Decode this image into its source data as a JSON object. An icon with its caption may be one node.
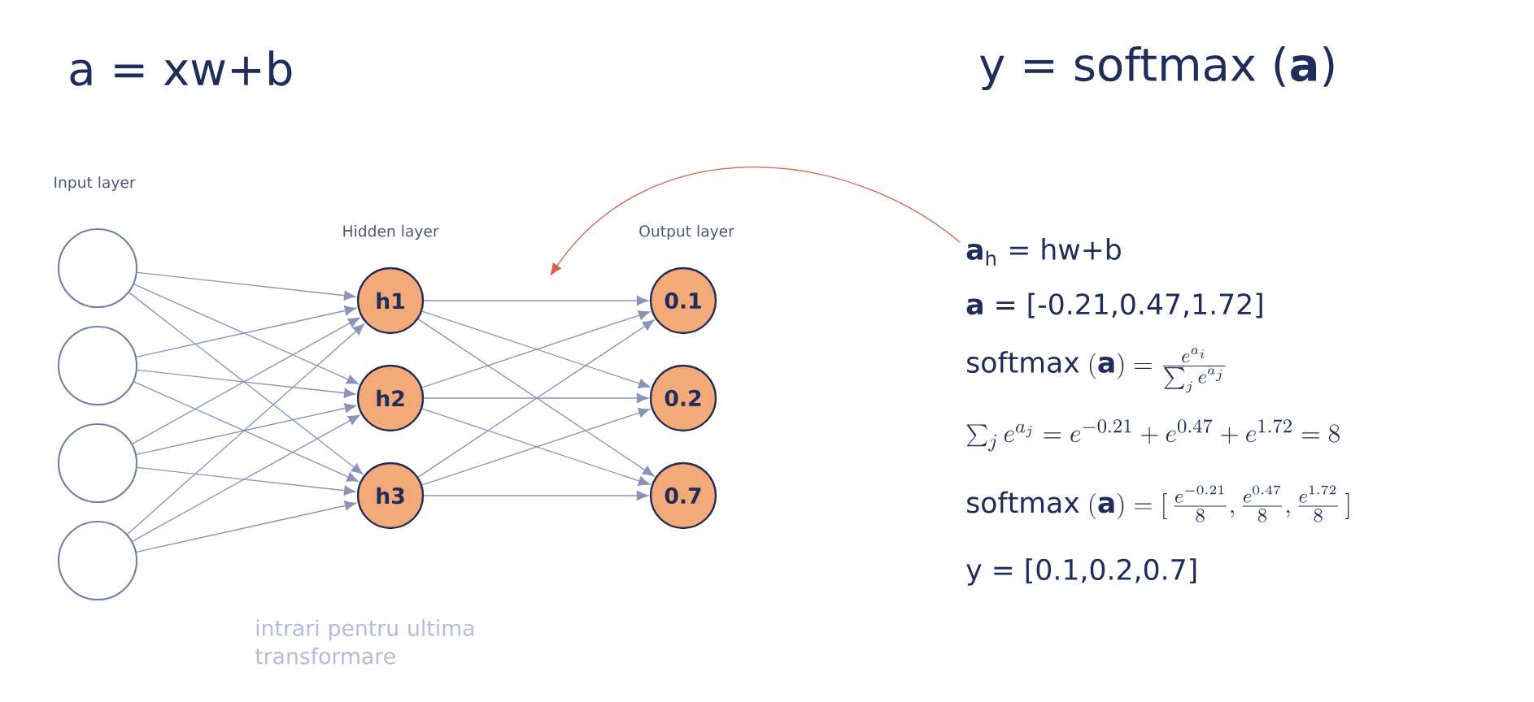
{
  "diagram": {
    "nodes": [
      {
        "text": [],
        "shape": "circle"
      },
      {
        "text": [],
        "shape": "circle"
      },
      {
        "text": [],
        "shape": "circle"
      },
      {
        "text": [],
        "shape": "circle"
      },
      {
        "text": [
          "h1"
        ]
      },
      {
        "text": [
          "h2"
        ]
      },
      {
        "text": [
          "h3"
        ]
      },
      {
        "text": [
          "0.1"
        ]
      },
      {
        "text": [
          "0.2"
        ]
      },
      {
        "text": [
          "0.7"
        ]
      },
      {
        "text": [
          "**a**$_{h}$ = hw+b"
        ]
      }
    ],
    "edges": [
      {
        "from": 0,
        "to": 4,
        "arrow": "to"
      },
      {
        "from": 0,
        "to": 5,
        "arrow": "to"
      },
      {
        "from": 0,
        "to": 6,
        "arrow": "to"
      },
      {
        "from": 1,
        "to": 4,
        "arrow": "to"
      },
      {
        "from": 1,
        "to": 5,
        "arrow": "to"
      },
      {
        "from": 1,
        "to": 6,
        "arrow": "to"
      },
      {
        "from": 2,
        "to": 4,
        "arrow": "to"
      },
      {
        "from": 2,
        "to": 5,
        "arrow": "to"
      },
      {
        "from": 2,
        "to": 6,
        "arrow": "to"
      },
      {
        "from": 3,
        "to": 4,
        "arrow": "to"
      },
      {
        "from": 3,
        "to": 5,
        "arrow": "to"
      },
      {
        "from": 3,
        "to": 6,
        "arrow": "to"
      },
      {
        "from": 4,
        "to": 7,
        "arrow": "to"
      },
      {
        "from": 4,
        "to": 8,
        "arrow": "to"
      },
      {
        "from": 4,
        "to": 9,
        "arrow": "to"
      },
      {
        "from": 5,
        "to": 7,
        "arrow": "to"
      },
      {
        "from": 5,
        "to": 8,
        "arrow": "to"
      },
      {
        "from": 5,
        "to": 9,
        "arrow": "to"
      },
      {
        "from": 6,
        "to": 7,
        "arrow": "to"
      },
      {
        "from": 6,
        "to": 8,
        "arrow": "to"
      },
      {
        "from": 6,
        "to": 9,
        "arrow": "to"
      },
      {
        "from": 10,
        "to": null,
        "arrow": "to",
        "color": "#d9604f"
      }
    ],
    "labels": [
      "a = xw+b",
      "y = softmax (**a**)",
      "Input layer",
      "Hidden layer",
      "Output layer",
      "**a** = [-0.21,0.47,1.72]",
      "\\mathrm{softmax}\\;(\\mathbf{a}) = \\frac{e^{a_i}}{\\sum_j e^{a_j}}",
      "\\sum_j e^{a_j} = e^{-0.21} + e^{0.47} + e^{1.72} = 8",
      "\\mathrm{softmax}\\;(\\mathbf{a}) = [\\,\\frac{e^{-0.21}}{8}, \\frac{e^{0.47}}{8}, \\frac{e^{1.72}}{8}\\,]",
      "y = [0.1,0.2,0.7]",
      "intrari pentru ultima transformare"
    ]
  }
}
